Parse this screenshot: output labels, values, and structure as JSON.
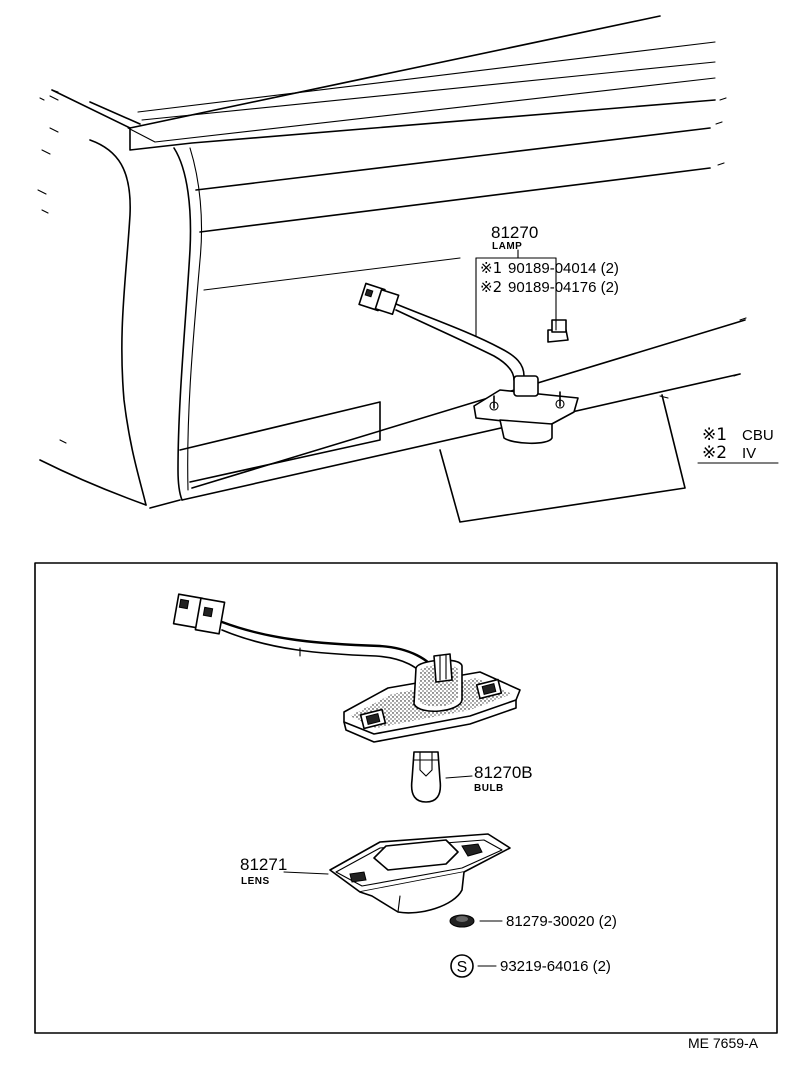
{
  "upper": {
    "lamp_pn": "81270",
    "lamp_name": "LAMP",
    "screw1_mark": "※1",
    "screw1_pn": "90189-04014 (2)",
    "screw2_mark": "※2",
    "screw2_pn": "90189-04176 (2)"
  },
  "legend": {
    "mark1": "※1",
    "text1": "CBU",
    "mark2": "※2",
    "text2": "IV"
  },
  "detail": {
    "bulb_pn": "81270B",
    "bulb_name": "BULB",
    "lens_pn": "81271",
    "lens_name": "LENS",
    "nut_pn": "81279-30020 (2)",
    "screw_symbol": "S",
    "screw_pn": "93219-64016 (2)"
  },
  "ref_code": "ME 7659-A"
}
